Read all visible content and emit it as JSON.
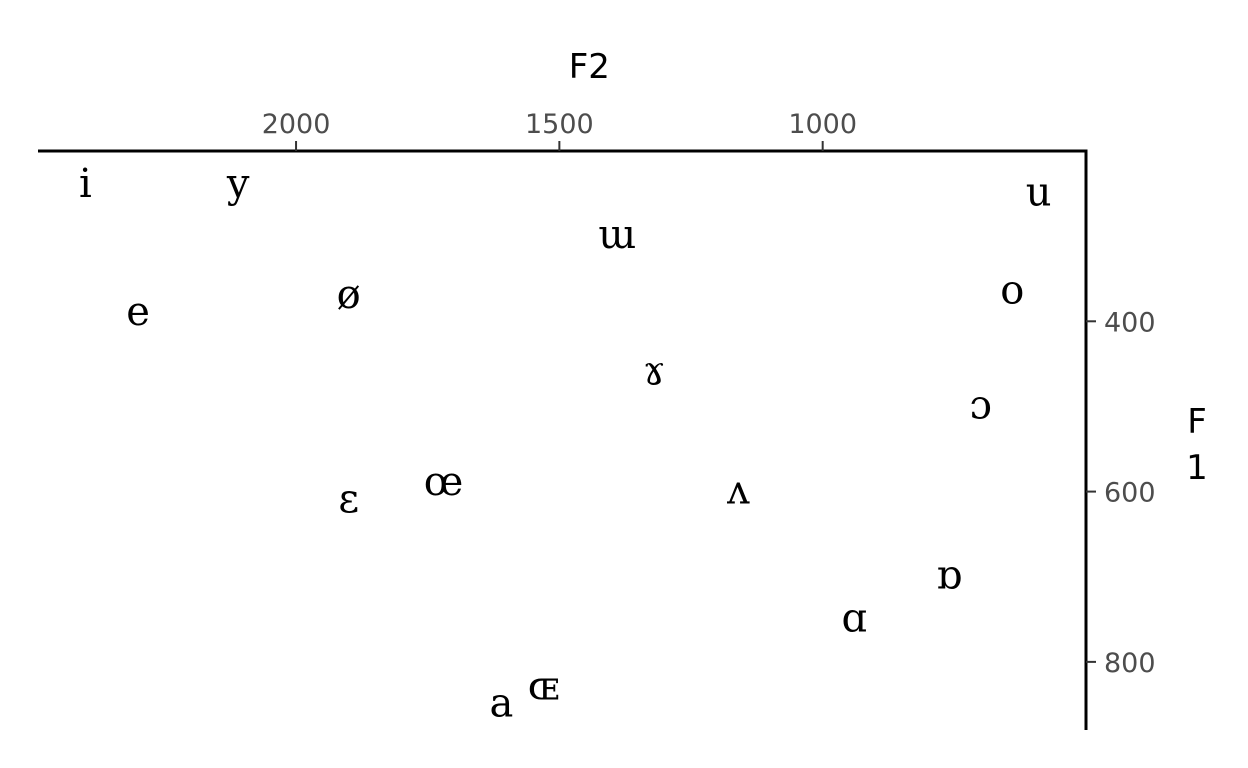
{
  "chart_data": {
    "type": "scatter",
    "title": "",
    "xlabel": "F2",
    "ylabel": "F1",
    "x_reversed": true,
    "y_reversed": true,
    "x_axis_position": "top",
    "y_axis_position": "right",
    "xlim": [
      2490,
      500
    ],
    "ylim": [
      200,
      880
    ],
    "x_ticks": [
      2000,
      1500,
      1000
    ],
    "y_ticks": [
      400,
      600,
      800
    ],
    "grid": false,
    "points": [
      {
        "label": "i",
        "x": 2400,
        "y": 240
      },
      {
        "label": "y",
        "x": 2110,
        "y": 240
      },
      {
        "label": "u",
        "x": 590,
        "y": 250
      },
      {
        "label": "ɯ",
        "x": 1390,
        "y": 300
      },
      {
        "label": "o",
        "x": 640,
        "y": 365
      },
      {
        "label": "ø",
        "x": 1900,
        "y": 370
      },
      {
        "label": "e",
        "x": 2300,
        "y": 390
      },
      {
        "label": "ɤ",
        "x": 1320,
        "y": 460
      },
      {
        "label": "ɔ",
        "x": 700,
        "y": 500
      },
      {
        "label": "œ",
        "x": 1720,
        "y": 590
      },
      {
        "label": "ʌ",
        "x": 1160,
        "y": 600
      },
      {
        "label": "ɛ",
        "x": 1900,
        "y": 610
      },
      {
        "label": "ɒ",
        "x": 760,
        "y": 700
      },
      {
        "label": "ɑ",
        "x": 940,
        "y": 750
      },
      {
        "label": "ɶ",
        "x": 1530,
        "y": 830
      },
      {
        "label": "a",
        "x": 1610,
        "y": 850
      }
    ]
  }
}
